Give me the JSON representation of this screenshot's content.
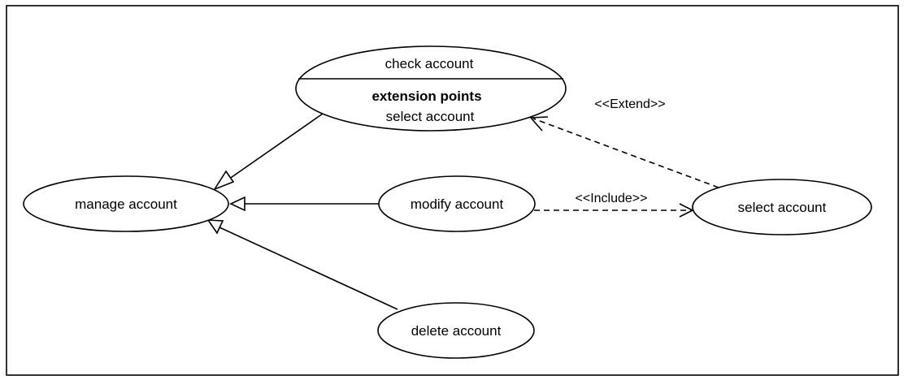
{
  "diagram": {
    "use_cases": {
      "manage_account": "manage account",
      "check_account": "check account",
      "modify_account": "modify account",
      "delete_account": "delete account",
      "select_account": "select account"
    },
    "extension_points": {
      "heading": "extension points",
      "entry": "select account"
    },
    "relations": {
      "extend_label": "<<Extend>>",
      "include_label": "<<Include>>"
    }
  }
}
